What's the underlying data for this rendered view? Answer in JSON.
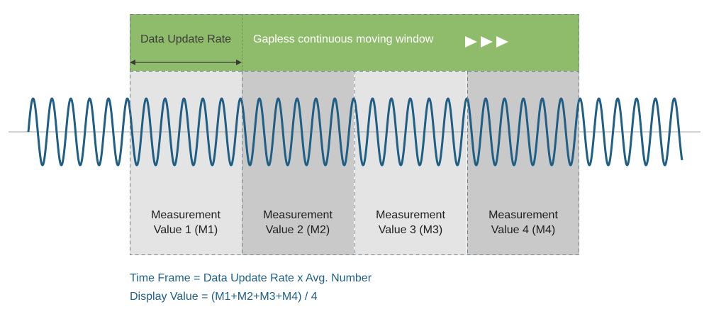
{
  "header": {
    "rate_label": "Data Update Rate",
    "window_label": "Gapless continuous moving window"
  },
  "boxes": [
    {
      "line1": "Measurement",
      "line2": "Value 1 (M1)",
      "color": "#e4e4e4"
    },
    {
      "line1": "Measurement",
      "line2": "Value 2 (M2)",
      "color": "#c9c9c9"
    },
    {
      "line1": "Measurement",
      "line2": "Value 3 (M3)",
      "color": "#e4e4e4"
    },
    {
      "line1": "Measurement",
      "line2": "Value 4 (M4)",
      "color": "#c9c9c9"
    }
  ],
  "captions": {
    "line1": "Time Frame = Data Update Rate x Avg. Number",
    "line2": "Display Value = (M1+M2+M3+M4) / 4"
  },
  "colors": {
    "band": "#8fbc6b",
    "wave": "#1f5f86",
    "caption_text": "#1d5f8a",
    "dash": "#6d7f8a"
  },
  "icons": [
    "play-arrow-icon",
    "play-arrow-icon",
    "play-arrow-icon",
    "double-headed-arrow-icon"
  ]
}
